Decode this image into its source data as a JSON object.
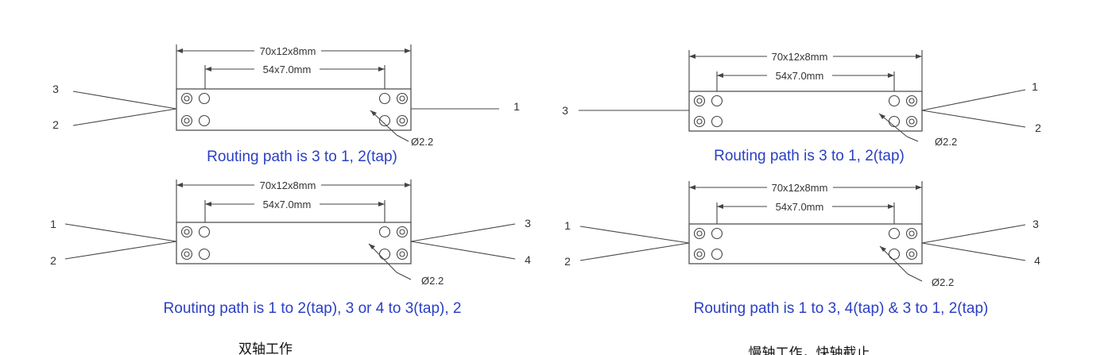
{
  "colors": {
    "line": "#444444",
    "routing_text": "#2a3fc4",
    "caption_text": "#111111"
  },
  "panels": [
    {
      "outer_dim": "70x12x8mm",
      "inner_dim": "54x7.0mm",
      "diameter": "Ø2.2",
      "left_ports": [
        "3",
        "2"
      ],
      "right_ports": [
        "1"
      ],
      "routing": "Routing path is 3 to 1, 2(tap)"
    },
    {
      "outer_dim": "70x12x8mm",
      "inner_dim": "54x7.0mm",
      "diameter": "Ø2.2",
      "left_ports": [
        "3"
      ],
      "right_ports": [
        "1",
        "2"
      ],
      "routing": "Routing path is 3 to 1, 2(tap)"
    },
    {
      "outer_dim": "70x12x8mm",
      "inner_dim": "54x7.0mm",
      "diameter": "Ø2.2",
      "left_ports": [
        "1",
        "2"
      ],
      "right_ports": [
        "3",
        "4"
      ],
      "routing": "Routing path is 1 to 2(tap), 3 or 4 to 3(tap), 2"
    },
    {
      "outer_dim": "70x12x8mm",
      "inner_dim": "54x7.0mm",
      "diameter": "Ø2.2",
      "left_ports": [
        "1",
        "2"
      ],
      "right_ports": [
        "3",
        "4"
      ],
      "routing": "Routing path is 1 to 3, 4(tap) & 3 to 1, 2(tap)"
    }
  ],
  "captions": {
    "left": "双轴工作",
    "right": "慢轴工作，快轴截止"
  }
}
